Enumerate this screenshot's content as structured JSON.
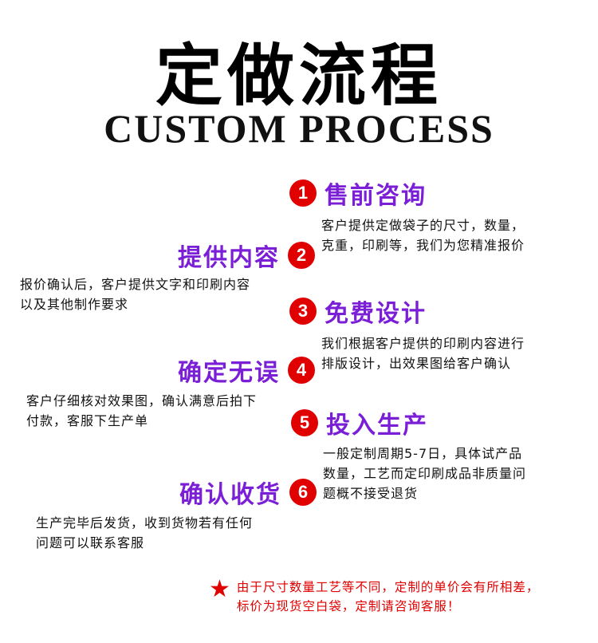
{
  "header": {
    "title_cn": "定做流程",
    "title_en": "CUSTOM PROCESS"
  },
  "steps": [
    {
      "num": "1",
      "title": "售前咨询",
      "lines": [
        "客户提供定做袋子的尺寸，数量，",
        "克重，印刷等，我们为您精准报价"
      ]
    },
    {
      "num": "2",
      "title": "提供内容",
      "lines": [
        "报价确认后，客户提供文字和印刷内容",
        "以及其他制作要求"
      ]
    },
    {
      "num": "3",
      "title": "免费设计",
      "lines": [
        "我们根据客户提供的印刷内容进行",
        "排版设计，出效果图给客户确认"
      ]
    },
    {
      "num": "4",
      "title": "确定无误",
      "lines": [
        "客户仔细核对效果图，确认满意后拍下",
        "付款，客服下生产单"
      ]
    },
    {
      "num": "5",
      "title": "投入生产",
      "lines": [
        "一般定制周期5-7日，具体试产品",
        "数量，工艺而定印刷成品非质量问",
        "题概不接受退货"
      ]
    },
    {
      "num": "6",
      "title": "确认收货",
      "lines": [
        "生产完毕后发货，收到货物若有任何",
        "问题可以联系客服"
      ]
    }
  ],
  "note": {
    "icon": "star-icon",
    "lines": [
      "由于尺寸数量工艺等不同，定制的单价会有所相差，",
      "标价为现货空白袋，定制请咨询客服！"
    ]
  },
  "colors": {
    "accent_red": "#e00000",
    "title_purple": "#7a1fd6"
  }
}
